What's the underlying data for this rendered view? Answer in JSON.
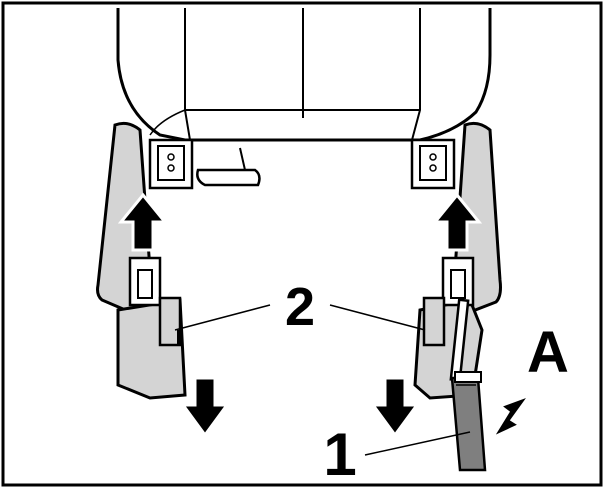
{
  "callouts": {
    "label_1": "1",
    "label_2": "2",
    "label_a": "A"
  },
  "colors": {
    "frame": "#000000",
    "seat_fill": "#ffffff",
    "trim_fill": "#d4d4d4",
    "tool_grip": "#7f7f7f",
    "line": "#000000"
  }
}
